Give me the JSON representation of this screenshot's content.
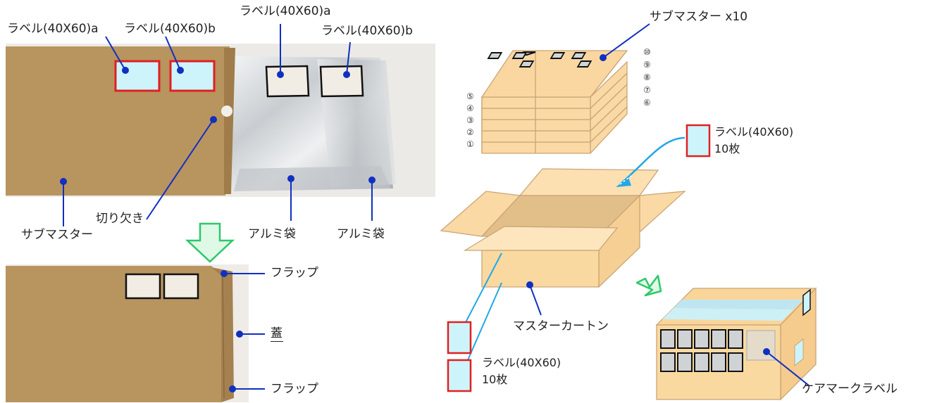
{
  "labels": {
    "label_a_1": "ラベル(40X60)a",
    "label_b_1": "ラベル(40X60)b",
    "label_a_2": "ラベル(40X60)a",
    "label_b_2": "ラベル(40X60)b",
    "submaster_x10": "サブマスター x10",
    "notch": "切り欠き",
    "submaster": "サブマスター",
    "alu_bag_1": "アルミ袋",
    "alu_bag_2": "アルミ袋",
    "flap_top": "フラップ",
    "lid": "蓋",
    "flap_bottom": "フラップ",
    "label_10_right": "ラベル(40X60)",
    "count_right": "10枚",
    "master_carton": "マスターカートン",
    "label_10_bottom": "ラベル(40X60)",
    "count_bottom": "10枚",
    "care_mark_label": "ケアマークラベル"
  },
  "stack_numbers": {
    "left": [
      "⑤",
      "④",
      "③",
      "②",
      "①"
    ],
    "right": [
      "⑩",
      "⑨",
      "⑧",
      "⑦",
      "⑥"
    ]
  },
  "colors": {
    "cardboard": "#b8945f",
    "box_light": "#fbd9a4",
    "label_fill": "#cdf4fb",
    "red": "#e02020",
    "leader": "#1030c0",
    "cyan_arrow": "#23a7e6",
    "green_arrow": "#2fc76a",
    "foil": "#d8dcdf"
  }
}
